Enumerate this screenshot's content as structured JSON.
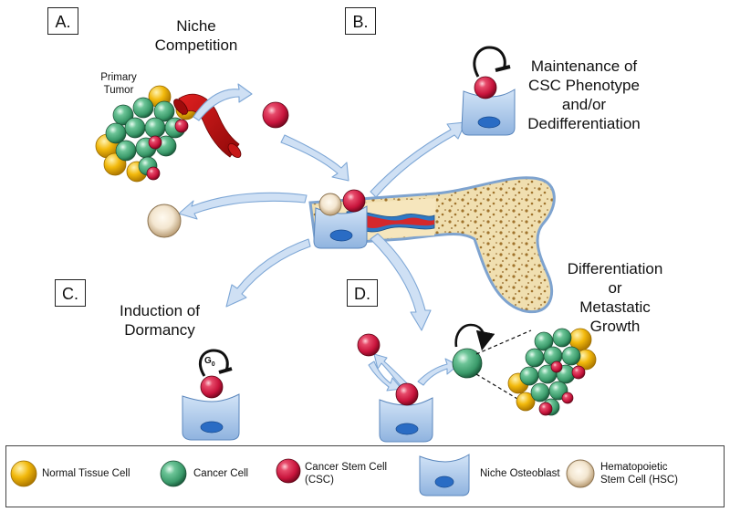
{
  "panels": {
    "a": {
      "label": "A.",
      "caption_lines": [
        "Niche",
        "Competition"
      ],
      "tumor_label_lines": [
        "Primary",
        "Tumor"
      ]
    },
    "b": {
      "label": "B.",
      "caption_lines": [
        "Maintenance of",
        "CSC Phenotype",
        "and/or",
        "Dedifferentiation"
      ]
    },
    "c": {
      "label": "C.",
      "caption_lines": [
        "Induction of",
        "Dormancy"
      ],
      "marker": "G",
      "marker_sub": "0"
    },
    "d": {
      "label": "D.",
      "caption_lines": [
        "Differentiation",
        "or",
        "Metastatic",
        "Growth"
      ]
    }
  },
  "legend": {
    "items": [
      {
        "icon": "normal-tissue-cell-icon",
        "lines": [
          "Normal Tissue Cell"
        ]
      },
      {
        "icon": "cancer-cell-icon",
        "lines": [
          "Cancer Cell"
        ]
      },
      {
        "icon": "cancer-stem-cell-icon",
        "lines": [
          "Cancer Stem Cell",
          "(CSC)"
        ]
      },
      {
        "icon": "niche-osteoblast-icon",
        "lines": [
          "Niche Osteoblast"
        ]
      },
      {
        "icon": "hematopoietic-stem-cell-icon",
        "lines": [
          "Hematopoietic",
          "Stem Cell (HSC)"
        ]
      }
    ]
  },
  "colors": {
    "cancer_stem_cell": "#c8143c",
    "cancer_cell": "#3a9a6a",
    "normal_tissue_cell": "#f2b90c",
    "osteoblast": "#a9c6ea",
    "osteoblast_nucleus": "#2a6cc4",
    "hsc": "#e6d3b6",
    "bone": "#f0dfb0",
    "arrow": "#cfe0f4"
  }
}
